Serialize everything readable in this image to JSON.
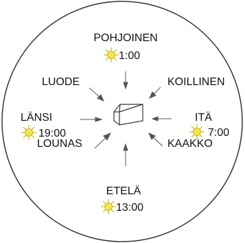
{
  "directions": {
    "north": {
      "name": "POHJOINEN",
      "time": "1:00"
    },
    "northeast": {
      "name": "KOILLINEN"
    },
    "east": {
      "name": "ITÄ",
      "time": "7:00"
    },
    "southeast": {
      "name": "KAAKKO"
    },
    "south": {
      "name": "ETELÄ",
      "time": "13:00"
    },
    "southwest": {
      "name": "LOUNAS"
    },
    "west": {
      "name": "LÄNSI",
      "time": "19:00"
    },
    "northwest": {
      "name": "LUODE"
    }
  },
  "colors": {
    "outline": "#333333",
    "arrow": "#555555",
    "text": "#111111",
    "sun": "#f4e64a",
    "sun_rays": "#c9b820"
  },
  "icons": [
    "sun-icon",
    "house-icon",
    "arrow-icon"
  ]
}
